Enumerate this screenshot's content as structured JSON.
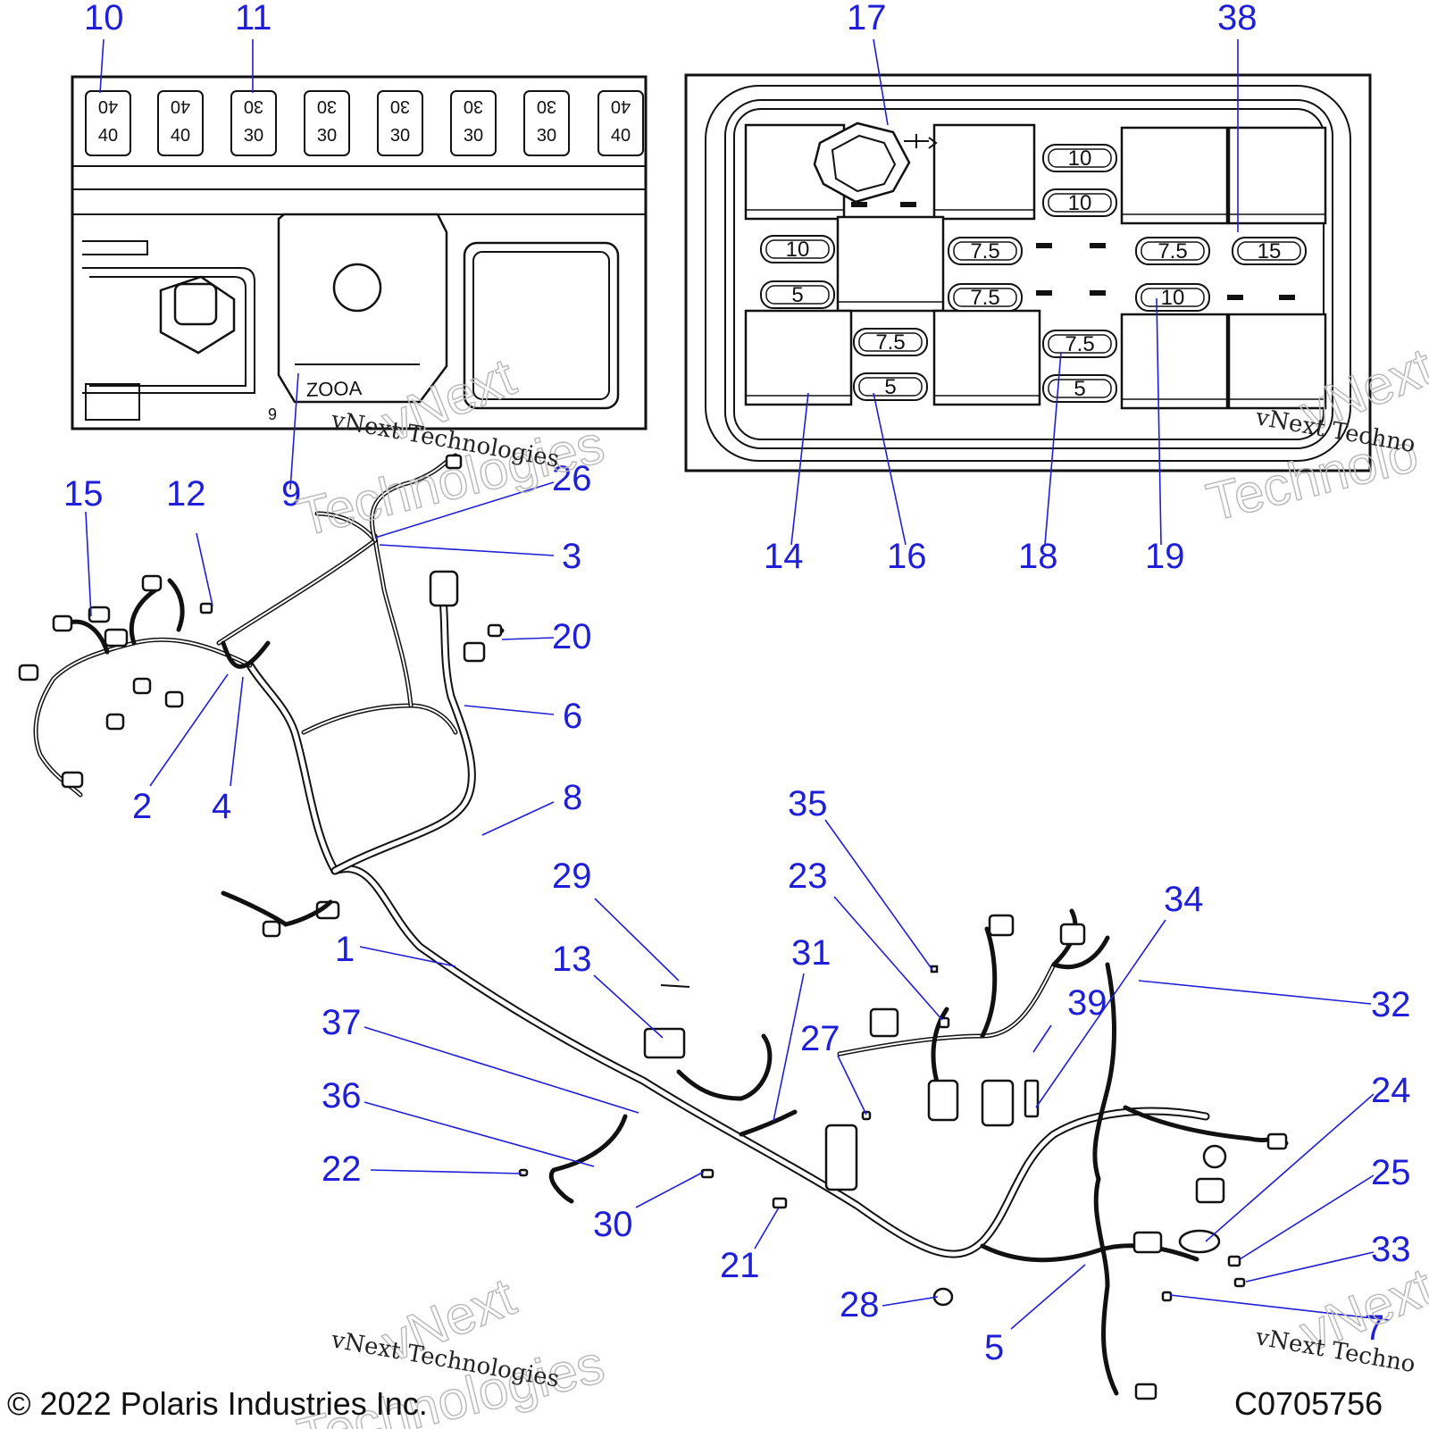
{
  "callouts": [
    {
      "id": "10",
      "label": "10"
    },
    {
      "id": "11",
      "label": "11"
    },
    {
      "id": "17",
      "label": "17"
    },
    {
      "id": "38",
      "label": "38"
    },
    {
      "id": "15",
      "label": "15"
    },
    {
      "id": "12",
      "label": "12"
    },
    {
      "id": "9",
      "label": "9"
    },
    {
      "id": "26",
      "label": "26"
    },
    {
      "id": "3",
      "label": "3"
    },
    {
      "id": "14",
      "label": "14"
    },
    {
      "id": "16",
      "label": "16"
    },
    {
      "id": "18",
      "label": "18"
    },
    {
      "id": "19",
      "label": "19"
    },
    {
      "id": "20",
      "label": "20"
    },
    {
      "id": "6",
      "label": "6"
    },
    {
      "id": "2",
      "label": "2"
    },
    {
      "id": "4",
      "label": "4"
    },
    {
      "id": "8",
      "label": "8"
    },
    {
      "id": "35",
      "label": "35"
    },
    {
      "id": "29",
      "label": "29"
    },
    {
      "id": "23",
      "label": "23"
    },
    {
      "id": "34",
      "label": "34"
    },
    {
      "id": "1",
      "label": "1"
    },
    {
      "id": "13",
      "label": "13"
    },
    {
      "id": "31",
      "label": "31"
    },
    {
      "id": "39",
      "label": "39"
    },
    {
      "id": "32",
      "label": "32"
    },
    {
      "id": "37",
      "label": "37"
    },
    {
      "id": "27",
      "label": "27"
    },
    {
      "id": "24",
      "label": "24"
    },
    {
      "id": "36",
      "label": "36"
    },
    {
      "id": "25",
      "label": "25"
    },
    {
      "id": "22",
      "label": "22"
    },
    {
      "id": "30",
      "label": "30"
    },
    {
      "id": "33",
      "label": "33"
    },
    {
      "id": "21",
      "label": "21"
    },
    {
      "id": "28",
      "label": "28"
    },
    {
      "id": "5",
      "label": "5"
    },
    {
      "id": "7",
      "label": "7"
    }
  ],
  "maxi_fuses": {
    "top_values": [
      "40",
      "40",
      "30",
      "30",
      "30",
      "30",
      "30",
      "40"
    ],
    "bottom_values": [
      "40",
      "40",
      "30",
      "30",
      "30",
      "30",
      "30",
      "40"
    ]
  },
  "relay_module_mark": "9",
  "relay_module_label": "ZOOA",
  "mini_fuses": {
    "left_col": [
      "10",
      "5"
    ],
    "mid_top_col": [
      "7.5",
      "7.5"
    ],
    "mid_low_col": [
      "7.5",
      "5"
    ],
    "center_col_top": [
      "10",
      "10"
    ],
    "center_col_low": [
      "7.5",
      "5"
    ],
    "right_col": [
      "7.5",
      "10"
    ],
    "far_right": [
      "15"
    ]
  },
  "watermark": {
    "text": "vNext Technologies",
    "ghost": "vNext",
    "ghost2": "Technologies",
    "partial": "vNext Techno",
    "partial_ghost": "vNext",
    "partial_ghost2": "Technolo"
  },
  "footer": {
    "copyright": "© 2022 Polaris Industries Inc.",
    "code": "C0705756"
  }
}
